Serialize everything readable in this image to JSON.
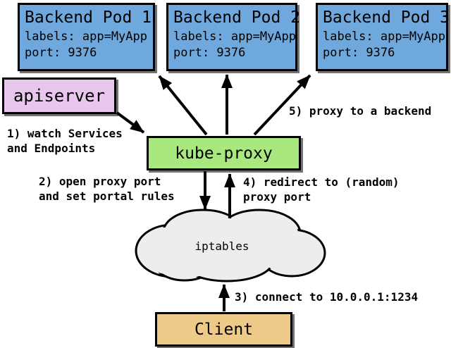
{
  "pods": [
    {
      "title": "Backend Pod 1",
      "labels": "labels: app=MyApp",
      "port": "port: 9376"
    },
    {
      "title": "Backend Pod 2",
      "labels": "labels: app=MyApp",
      "port": "port: 9376"
    },
    {
      "title": "Backend Pod 3",
      "labels": "labels: app=MyApp",
      "port": "port: 9376"
    }
  ],
  "nodes": {
    "apiserver": {
      "label": "apiserver",
      "color": "#e8c6ee"
    },
    "kube_proxy": {
      "label": "kube-proxy",
      "color": "#a8e87e"
    },
    "iptables": {
      "label": "iptables",
      "color": "#ededed"
    },
    "client": {
      "label": "Client",
      "color": "#eeca89"
    }
  },
  "steps": {
    "step1": "1) watch Services\nand Endpoints",
    "step2": "2) open proxy port\nand set portal rules",
    "step3": "3) connect to 10.0.0.1:1234",
    "step4": "4) redirect to (random)\nproxy port",
    "step5": "5) proxy to a backend"
  },
  "colors": {
    "pod": "#6ea8dc",
    "outline": "#000000",
    "background": "#ffffff"
  }
}
